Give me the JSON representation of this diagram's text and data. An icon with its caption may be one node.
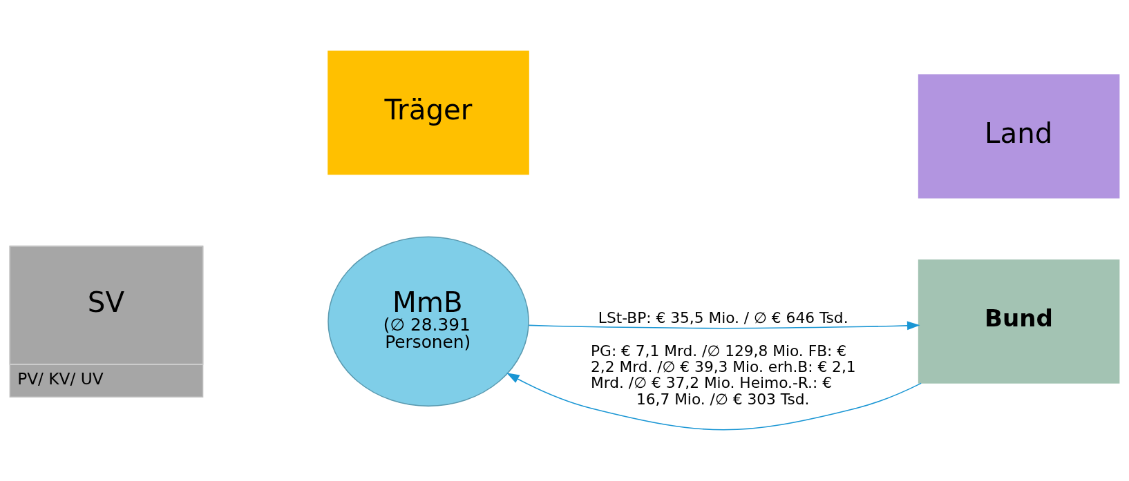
{
  "diagram": {
    "nodes": [
      {
        "text": [
          "SV",
          "PV/ KV/ UV"
        ]
      },
      {
        "text": [
          "MmB",
          "(∅ 28.391 Personen)"
        ]
      },
      {
        "text": [
          "Bund"
        ]
      },
      {
        "text": [
          "Land"
        ]
      },
      {
        "text": [
          "Träger"
        ]
      }
    ],
    "edges": [
      {
        "from": 1,
        "to": 2,
        "arrow": "to",
        "label": "LSt-BP: € 35,5 Mio. / ∅ € 646 Tsd."
      },
      {
        "from": 2,
        "to": 1,
        "arrow": "to",
        "label": "PG: € 7,1 Mrd. /∅ 129,8 Mio. FB: € 2,2 Mrd. /∅ € 39,3 Mio. erh.B: € 2,1 Mrd. /∅ € 37,2 Mio. Heimo.-R.: € 16,7 Mio. /∅ € 303 Tsd."
      }
    ]
  }
}
